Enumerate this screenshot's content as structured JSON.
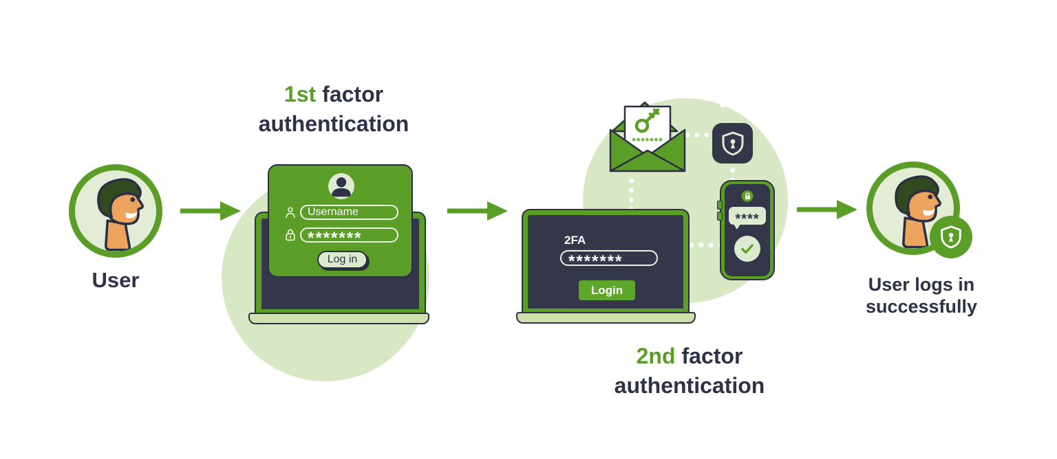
{
  "colors": {
    "green": "#5a9e27",
    "button_green": "#5ea52c",
    "light_green_circle": "#d8e7c4",
    "pale_green_fill": "#dcebcf",
    "laptop_base_green": "#cfe2ae",
    "dark_navy": "#2e3148",
    "screen_navy": "#343649",
    "white": "#ffffff",
    "skin": "#eca45f",
    "hair": "#324a1f"
  },
  "icons": {
    "user_avatar": "person-face-right",
    "card_avatar": "person-silhouette",
    "username_field": "person-outline",
    "password_field": "padlock-outline",
    "email": "envelope-with-key",
    "auth_app": "shield-keyhole",
    "phone_lock": "padlock",
    "sms_check": "checkmark",
    "success_badge": "shield-keyhole",
    "flow": "arrow-right"
  },
  "start": {
    "label": "User"
  },
  "step1": {
    "title": {
      "highlight": "1st",
      "rest": "factor",
      "line2": "authentication"
    },
    "login_card": {
      "username_placeholder": "Username",
      "password_mask": "*******",
      "button_label": "Log in"
    }
  },
  "step2": {
    "title": {
      "highlight": "2nd",
      "rest": "factor",
      "line2": "authentication"
    },
    "laptop": {
      "field_label": "2FA",
      "code_mask": "*******",
      "button_label": "Login"
    },
    "email": {
      "code_mask": "*******"
    },
    "sms": {
      "code_mask": "****"
    }
  },
  "end": {
    "label_line1": "User logs in",
    "label_line2": "successfully"
  }
}
